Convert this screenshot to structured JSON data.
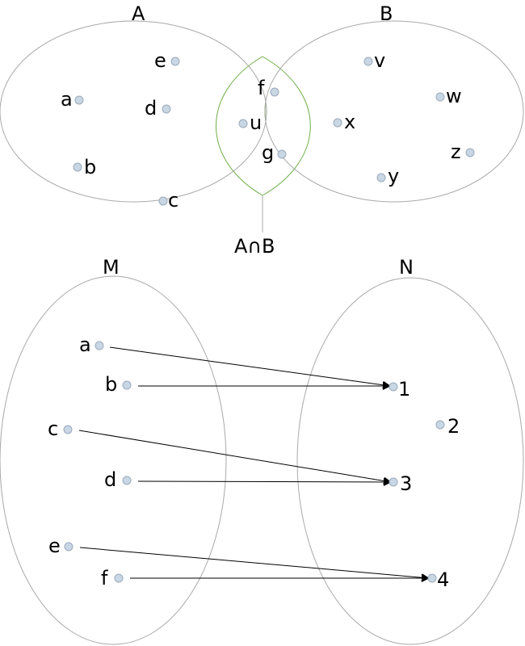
{
  "venn": {
    "set_a_label": "A",
    "set_b_label": "B",
    "intersection_label": "A∩B",
    "intersection_fill": "#e2eed9",
    "intersection_stroke": "#70ad47",
    "a_only": [
      "e",
      "a",
      "d",
      "b",
      "c"
    ],
    "intersection": [
      "f",
      "u",
      "g"
    ],
    "b_only": [
      "v",
      "w",
      "x",
      "z",
      "y"
    ]
  },
  "mapping": {
    "domain_label": "M",
    "codomain_label": "N",
    "domain": [
      "a",
      "b",
      "c",
      "d",
      "e",
      "f"
    ],
    "codomain": [
      "1",
      "2",
      "3",
      "4"
    ],
    "pairs": [
      {
        "from": "a",
        "to": "1"
      },
      {
        "from": "b",
        "to": "1"
      },
      {
        "from": "c",
        "to": "3"
      },
      {
        "from": "d",
        "to": "3"
      },
      {
        "from": "e",
        "to": "4"
      },
      {
        "from": "f",
        "to": "4"
      }
    ]
  }
}
